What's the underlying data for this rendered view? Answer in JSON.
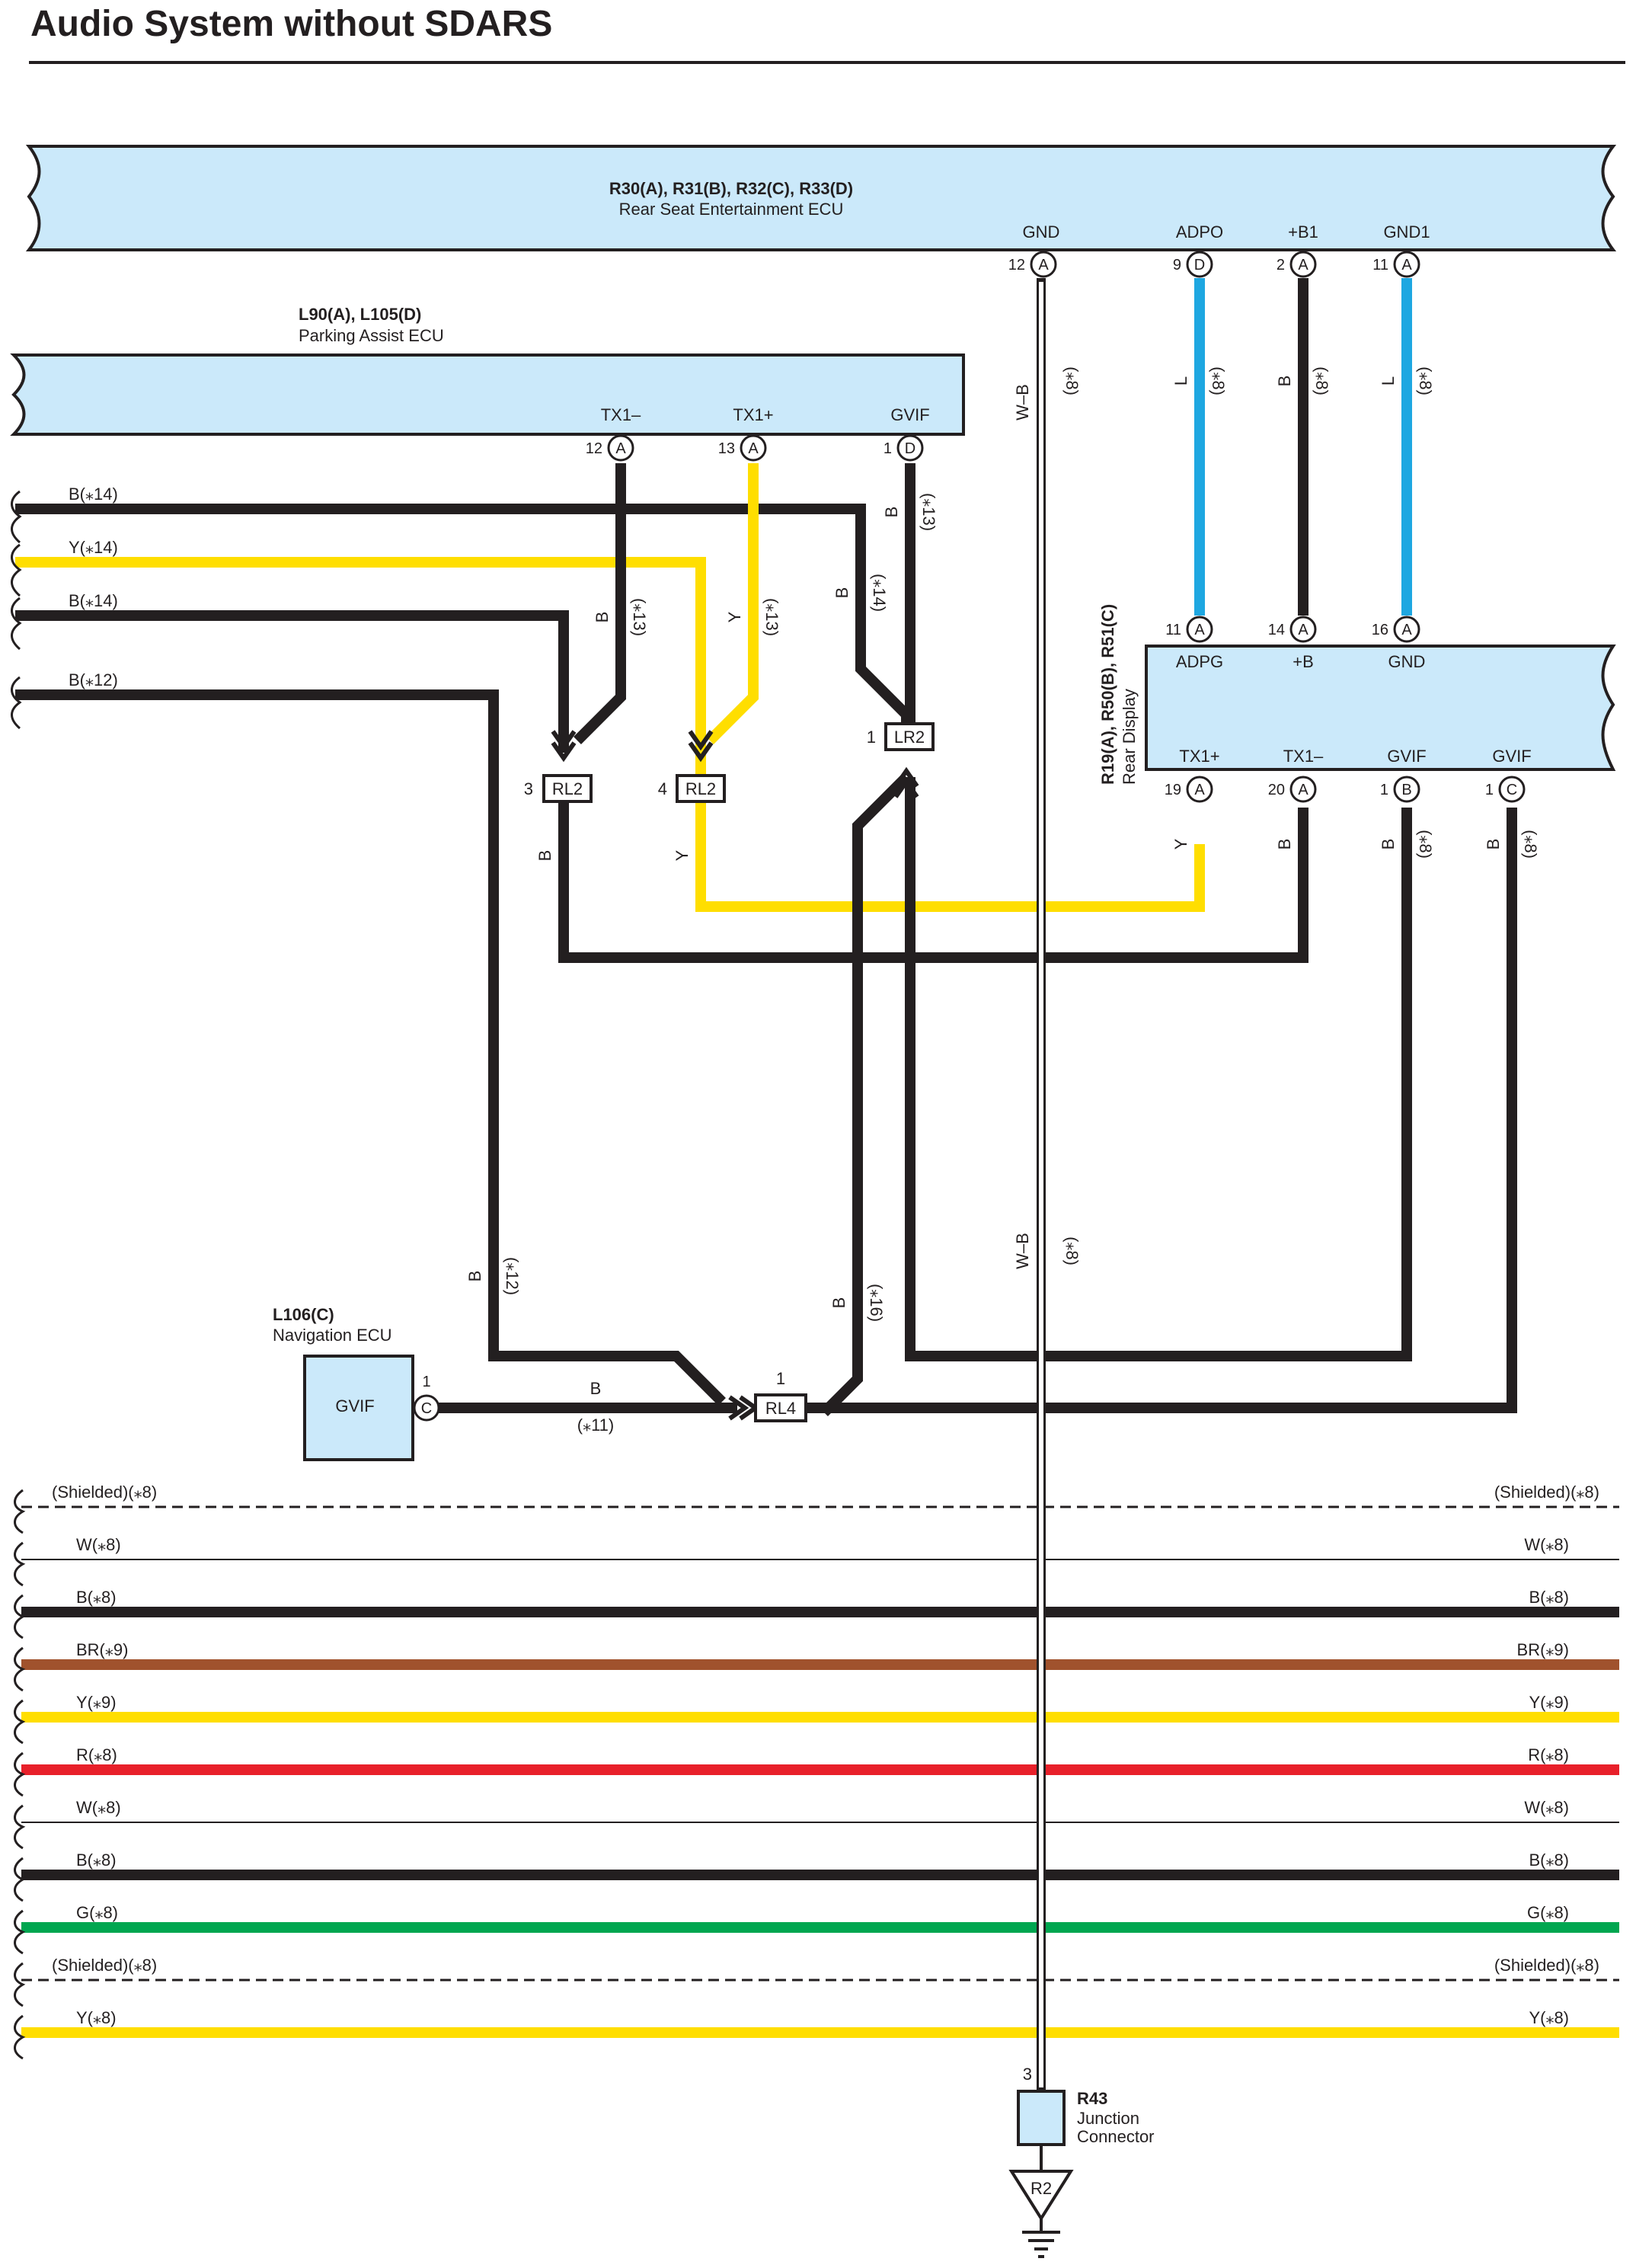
{
  "title": "Audio System without SDARS",
  "components": {
    "rse_ecu": {
      "code": "R30(A), R31(B), R32(C), R33(D)",
      "name": "Rear Seat Entertainment ECU",
      "pins": [
        {
          "label": "GND",
          "num": "12",
          "conn": "A"
        },
        {
          "label": "ADPO",
          "num": "9",
          "conn": "D"
        },
        {
          "label": "+B1",
          "num": "2",
          "conn": "A"
        },
        {
          "label": "GND1",
          "num": "11",
          "conn": "A"
        }
      ]
    },
    "parking_ecu": {
      "code": "L90(A), L105(D)",
      "name": "Parking Assist ECU",
      "pins": [
        {
          "label": "TX1–",
          "num": "12",
          "conn": "A"
        },
        {
          "label": "TX1+",
          "num": "13",
          "conn": "A"
        },
        {
          "label": "GVIF",
          "num": "1",
          "conn": "D"
        }
      ]
    },
    "rear_display": {
      "code": "R19(A), R50(B), R51(C)",
      "name": "Rear Display",
      "pins_top": [
        {
          "label": "ADPG",
          "num": "11",
          "conn": "A"
        },
        {
          "label": "+B",
          "num": "14",
          "conn": "A"
        },
        {
          "label": "GND",
          "num": "16",
          "conn": "A"
        }
      ],
      "pins_bottom": [
        {
          "label": "TX1+",
          "num": "19",
          "conn": "A"
        },
        {
          "label": "TX1–",
          "num": "20",
          "conn": "A"
        },
        {
          "label": "GVIF",
          "num": "1",
          "conn": "B"
        },
        {
          "label": "GVIF",
          "num": "1",
          "conn": "C"
        }
      ]
    },
    "nav_ecu": {
      "code": "L106(C)",
      "name": "Navigation ECU",
      "pin_label": "GVIF",
      "pin_num": "1",
      "pin_conn": "C"
    },
    "junction": {
      "code": "R43",
      "name_line1": "Junction",
      "name_line2": "Connector",
      "pin_num": "3"
    },
    "ground": {
      "label": "R2"
    }
  },
  "connectors": {
    "rl2_a": {
      "name": "RL2",
      "pin": "3"
    },
    "rl2_b": {
      "name": "RL2",
      "pin": "4"
    },
    "lr2": {
      "name": "LR2",
      "pin": "1"
    },
    "rl4": {
      "name": "RL4",
      "pin": "1"
    }
  },
  "left_wires": {
    "w1": "B(⁎14)",
    "w2": "Y(⁎14)",
    "w3": "B(⁎14)",
    "w4": "B(⁎12)"
  },
  "wire_labels": {
    "gnd_color": "W–B",
    "gnd_note": "(⁎8)",
    "adpo_color": "L",
    "adpo_note": "(⁎8)",
    "b1_color": "B",
    "b1_note": "(⁎8)",
    "gnd1_color": "L",
    "gnd1_note": "(⁎8)",
    "tx1m_color": "B",
    "tx1m_note": "(⁎13)",
    "tx1p_color": "Y",
    "tx1p_note": "(⁎13)",
    "gvif_color": "B",
    "gvif_note": "(⁎13)",
    "b14_color": "B",
    "b14_note": "(⁎14)",
    "rl2a_out": "B",
    "rl2b_out": "Y",
    "rd_tx1p": "Y",
    "rd_tx1m": "B",
    "rd_gvifb_color": "B",
    "rd_gvifb_note": "(⁎8)",
    "rd_gvifc_color": "B",
    "rd_gvifc_note": "(⁎8)",
    "b12_color": "B",
    "b12_note": "(⁎12)",
    "b16_color": "B",
    "b16_note": "(⁎16)",
    "nav_color": "B",
    "nav_note": "(⁎11)",
    "gnd_lower_color": "W–B",
    "gnd_lower_note": "(⁎8)"
  },
  "bus_lines": [
    {
      "label": "(Shielded)(⁎8)",
      "type": "dashed",
      "color": "#231f20"
    },
    {
      "label": "W(⁎8)",
      "type": "thin",
      "color": "#231f20"
    },
    {
      "label": "B(⁎8)",
      "type": "thick",
      "color": "#231f20"
    },
    {
      "label": "BR(⁎9)",
      "type": "thick",
      "color": "#a0522d"
    },
    {
      "label": "Y(⁎9)",
      "type": "thick",
      "color": "#ffde00"
    },
    {
      "label": "R(⁎8)",
      "type": "thick",
      "color": "#e8202a"
    },
    {
      "label": "W(⁎8)",
      "type": "thin",
      "color": "#231f20"
    },
    {
      "label": "B(⁎8)",
      "type": "thick",
      "color": "#231f20"
    },
    {
      "label": "G(⁎8)",
      "type": "thick",
      "color": "#00a650"
    },
    {
      "label": "(Shielded)(⁎8)",
      "type": "dashed",
      "color": "#231f20"
    },
    {
      "label": "Y(⁎8)",
      "type": "thick",
      "color": "#ffde00"
    }
  ],
  "colors": {
    "ecu_fill": "#cbe9fa",
    "wire_black": "#231f20",
    "wire_yellow": "#ffde00",
    "wire_blue": "#1ea7e1",
    "wire_brown": "#a0522d",
    "wire_red": "#e8202a",
    "wire_green": "#00a650"
  }
}
